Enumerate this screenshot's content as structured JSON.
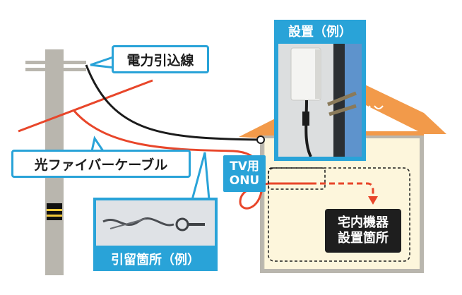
{
  "labels": {
    "power_drop_line": "電力引込線",
    "fiber_cable": "光ファイバーケーブル",
    "installation_example": "設置（例）",
    "tv_onu_line1": "TV用",
    "tv_onu_line2": "ONU",
    "anchor_point_example": "引留箇所（例）",
    "indoor_device_line1": "宅内機器",
    "indoor_device_line2": "設置箇所"
  },
  "colors": {
    "fiber": "#e8462a",
    "power_line": "#1b1b1b",
    "accent_blue": "#29a3d8",
    "roof": "#f29a4a",
    "house_wall": "#fdf6dc",
    "pole": "#b9b6ae"
  }
}
